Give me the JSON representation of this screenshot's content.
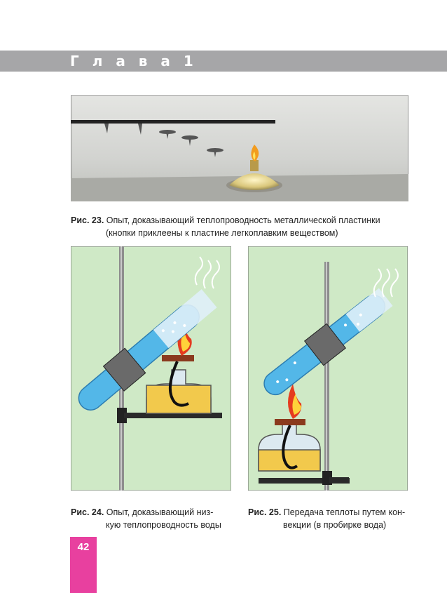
{
  "chapter": {
    "title": "Г л а в а  1"
  },
  "figures": [
    {
      "num": "Рис. 23.",
      "line1": "Опыт, доказывающий теплопроводность металлической пластинки",
      "line2": "(кнопки приклеены к пластине легкоплавким веществом)"
    },
    {
      "num": "Рис. 24.",
      "line1": "Опыт, доказывающий низ-",
      "line2": "кую теплопроводность воды"
    },
    {
      "num": "Рис. 25.",
      "line1": "Передача теплоты путем кон-",
      "line2": "векции (в пробирке вода)"
    }
  ],
  "page": {
    "number": "42"
  },
  "colors": {
    "chapter_bar": "#a6a6a8",
    "page_tab": "#e8409f",
    "panel_green": "#cfe9c6"
  }
}
